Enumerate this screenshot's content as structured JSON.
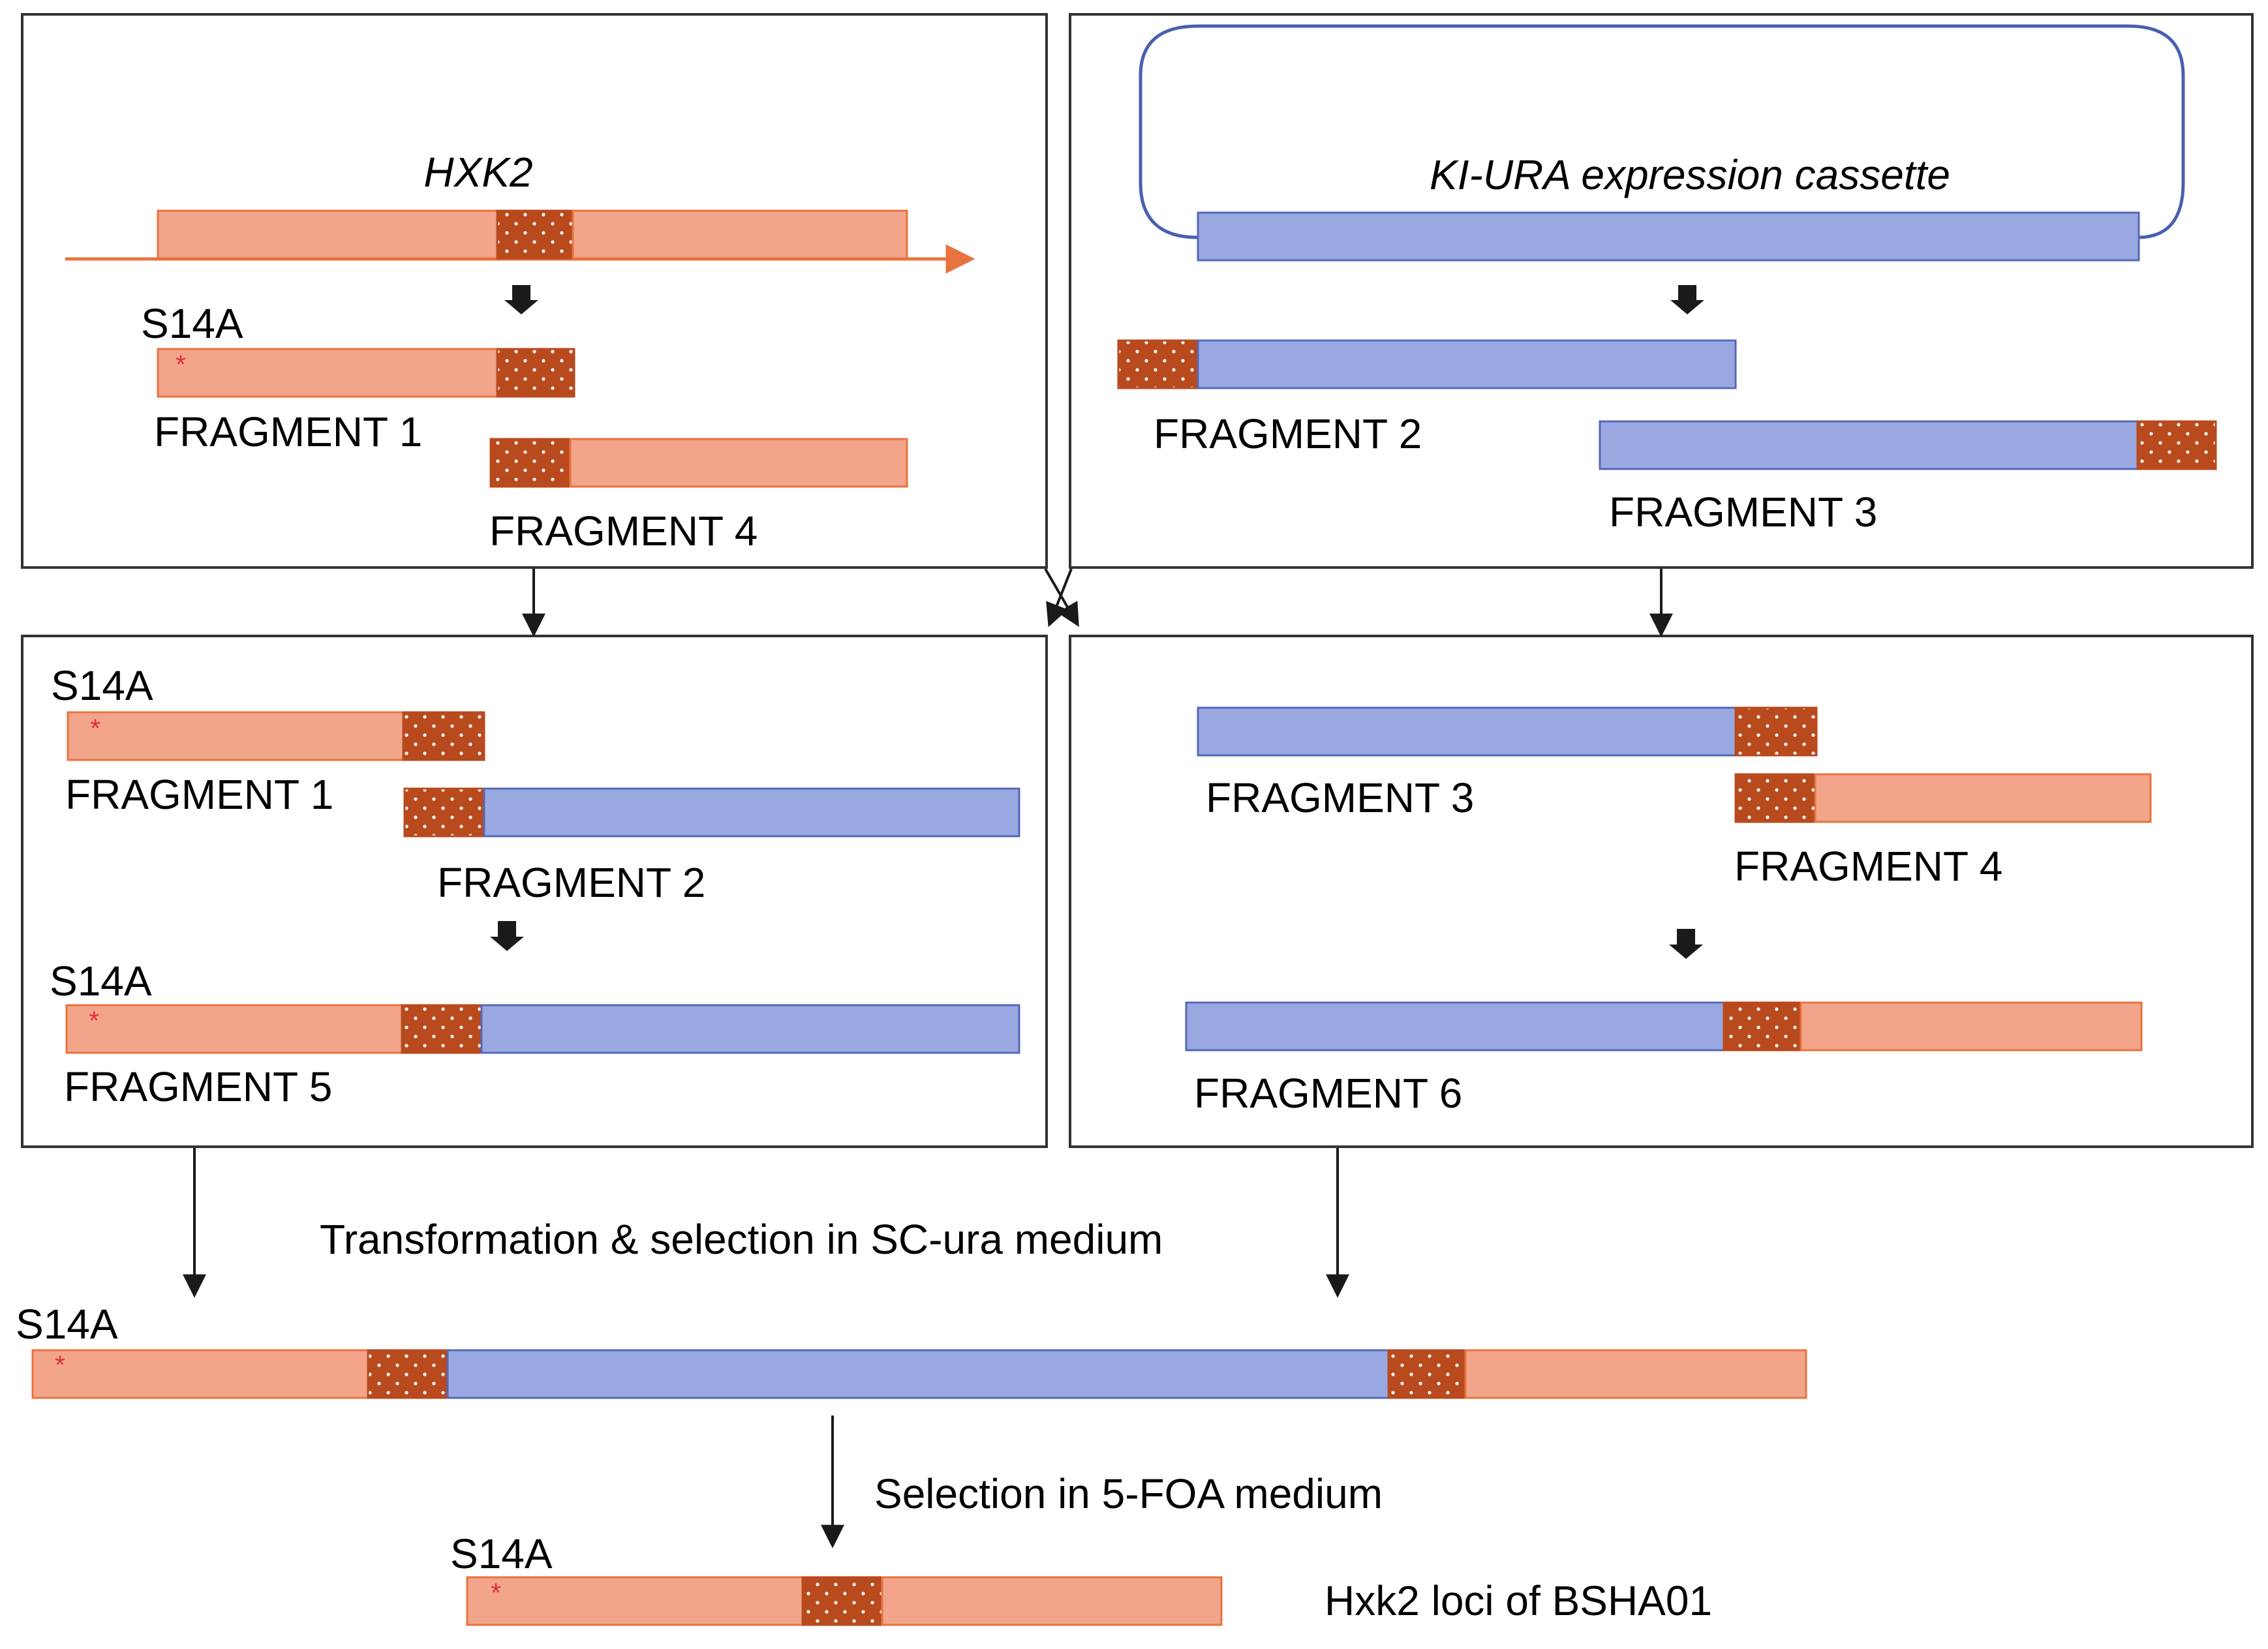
{
  "colors": {
    "gene": "#f2a58a",
    "gene_edge": "#e8733f",
    "homology": "#b84a1e",
    "cassette": "#9aa8e2",
    "cassette_edge": "#5667b8",
    "plasmid": "#4a5fb0",
    "mutation": "#e03030",
    "box": "#333333",
    "arrow": "#1a1a1a"
  },
  "mutation_symbol": "*",
  "panels": {
    "top_left": {
      "gene_label": "HXK2",
      "mutation_label": "S14A",
      "fragment_1": "FRAGMENT 1",
      "fragment_4": "FRAGMENT 4"
    },
    "top_right": {
      "cassette_label": "KI-URA expression cassette",
      "fragment_2": "FRAGMENT 2",
      "fragment_3": "FRAGMENT 3"
    },
    "mid_left": {
      "mutation_label_a": "S14A",
      "fragment_1": "FRAGMENT 1",
      "fragment_2": "FRAGMENT 2",
      "mutation_label_b": "S14A",
      "fragment_5": "FRAGMENT 5"
    },
    "mid_right": {
      "fragment_3": "FRAGMENT 3",
      "fragment_4": "FRAGMENT 4",
      "fragment_6": "FRAGMENT 6"
    }
  },
  "steps": {
    "transformation": "Transformation & selection in SC-ura medium",
    "integrated_mutation_label": "S14A",
    "foa_selection": "Selection in 5-FOA medium",
    "final_mutation_label": "S14A",
    "final_label": "Hxk2 loci of BSHA01"
  }
}
